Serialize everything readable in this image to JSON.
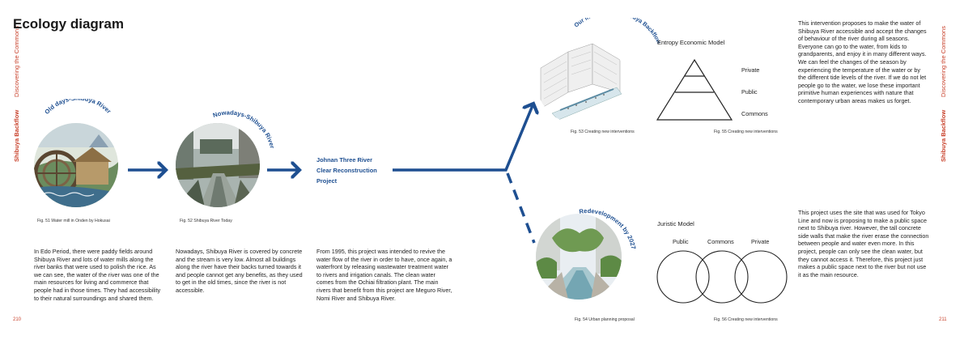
{
  "page": {
    "title": "Ecology diagram",
    "left_page_number": "210",
    "right_page_number": "211",
    "spine_section": "Discovering the Commons",
    "spine_chapter": "Shibuya Backflow"
  },
  "figures": {
    "fig51": {
      "label": "Old days-Shibuya River",
      "caption": "Fig. 51 Water mill in Onden by Hokusai"
    },
    "fig52": {
      "label": "Nowadays-Shibuya River",
      "caption": "Fig. 52 Shibuya River Today"
    },
    "fig53": {
      "label": "Our intervention-Shibuya Backflow",
      "caption": "Fig. 53 Creating new interventions"
    },
    "fig54": {
      "label": "Redevelopment by 2027",
      "caption": "Fig. 54 Urban planning proposal"
    },
    "fig55": {
      "caption": "Fig. 55 Creating new interventions"
    },
    "fig56": {
      "caption": "Fig. 56 Creating new interventions"
    }
  },
  "project": {
    "line1": "Johnan Three River",
    "line2": "Clear Reconstruction",
    "line3": "Project"
  },
  "texts": {
    "col1": "In Edo Period, there were paddy fields around Shibuya River and lots of water mills along the river banks that were used to polish the rice. As we can see, the water of the river was one of the main resources for living and commerce that people had in those times. They had accessibility to their natural surroundings and shared them.",
    "col2": "Nowadays, Shibuya River is covered by concrete and the stream is very low. Almost all buildings along the river have their backs turned towards it and people cannot get any benefits, as they used to get in the old times, since the river is not accessible.",
    "col3": "From 1995, this project was intended to revive the water flow of the river in order to have, once again, a waterfront by releasing wastewater treatment water to rivers and irrigation canals. The clean water comes from the Ochiai filtration plant. The main rivers that benefit from this project are Meguro River, Nomi River and Shibuya River.",
    "right_top": "This intervention proposes to make the water of Shibuya River accessible and accept the changes of behaviour of the river during all seasons. Everyone can go to the water, from kids to grandparents, and enjoy it in many different ways. We can feel the changes of the season by experiencing the temperature of the water or by the different tide levels of the river. If we do not let people go to the water, we lose these important primitive human experiences with nature that contemporary urban areas makes us forget.",
    "right_bottom": "This project uses the site that was used for Tokyo Line and now is proposing to make a public space next to Shibuya river. However, the tall concrete side walls that make the river erase the connection between people and water even more. In this project, people can only see the clean water, but they cannot access it. Therefore, this project just makes a public space next to the river but not use it as the main resource."
  },
  "entropy_model": {
    "title": "Entropy Economic Model",
    "levels": [
      "Private",
      "Public",
      "Commons"
    ]
  },
  "juristic_model": {
    "title": "Juristic Model",
    "labels": [
      "Public",
      "Commons",
      "Private"
    ]
  },
  "colors": {
    "accent": "#c8402a",
    "arrow": "#1e4f91"
  }
}
